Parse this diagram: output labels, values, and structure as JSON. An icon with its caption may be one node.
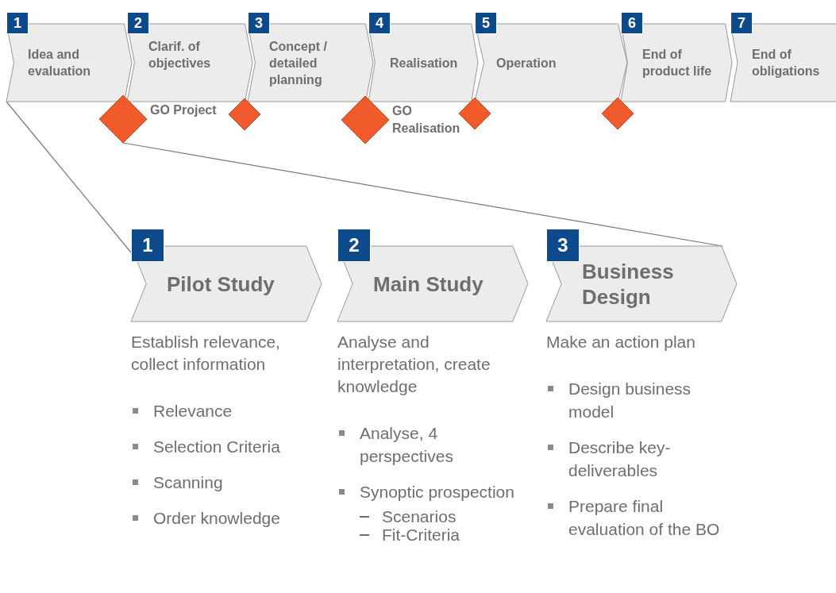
{
  "diagram": {
    "nodes": [
      {
        "text": [
          "1",
          "Idea and evaluation"
        ]
      },
      {
        "text": [
          "2",
          "Clarif. of objectives"
        ]
      },
      {
        "text": [
          "3",
          "Concept / detailed planning"
        ]
      },
      {
        "text": [
          "4",
          "Realisation"
        ]
      },
      {
        "text": [
          "5",
          "Operation"
        ]
      },
      {
        "text": [
          "6",
          "End of product life"
        ]
      },
      {
        "text": [
          "7",
          "End of obligations"
        ]
      },
      {
        "text": [],
        "shape": "diamond",
        "beside": [
          "GO Project"
        ]
      },
      {
        "text": [],
        "shape": "diamond"
      },
      {
        "text": [],
        "shape": "diamond",
        "beside": [
          "GO Realisation"
        ]
      },
      {
        "text": [],
        "shape": "diamond"
      },
      {
        "text": [],
        "shape": "diamond"
      },
      {
        "text": [
          "1",
          "Pilot Study"
        ],
        "beside": [
          "Establish relevance, collect information",
          "Relevance",
          "Selection Criteria",
          "Scanning",
          "Order knowledge"
        ]
      },
      {
        "text": [
          "2",
          "Main Study"
        ],
        "beside": [
          "Analyse and interpretation, create knowledge",
          "Analyse, 4 perspectives",
          "Synoptic prospection",
          "Scenarios",
          "Fit-Criteria"
        ]
      },
      {
        "text": [
          "3",
          "Business Design"
        ],
        "beside": [
          "Make an action plan",
          "Design business model",
          "Describe key-deliverables",
          "Prepare final evaluation of the BO"
        ]
      }
    ],
    "edges": [
      {
        "from": 0,
        "to": 12,
        "arrow": "none"
      },
      {
        "from": 7,
        "to": 14,
        "arrow": "none"
      }
    ]
  }
}
